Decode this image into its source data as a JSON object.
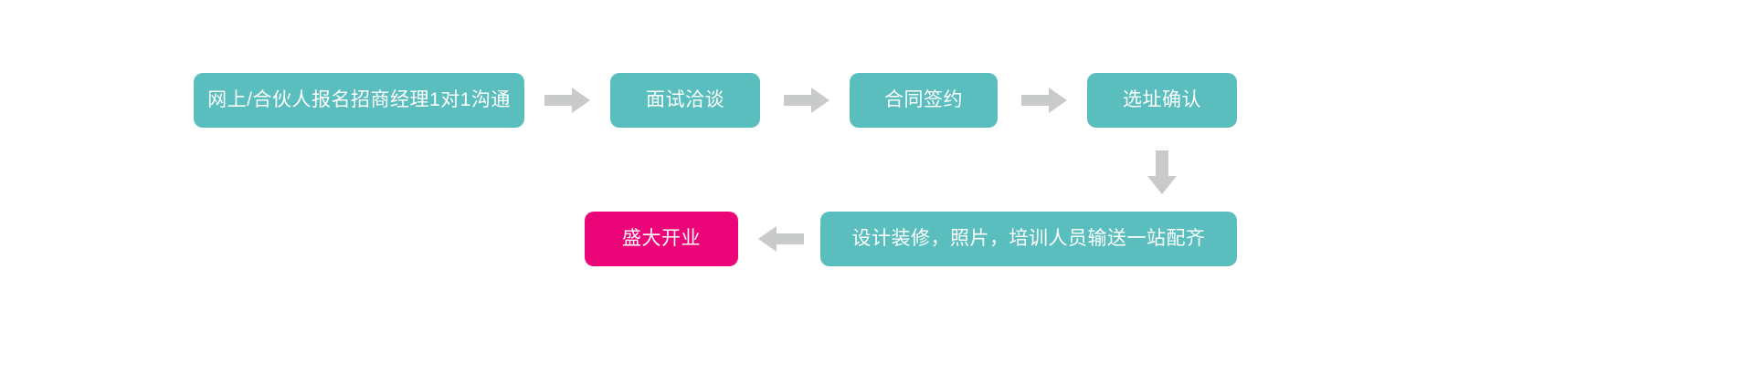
{
  "diagram": {
    "title": "",
    "colors": {
      "node_teal": "#5BBEBE",
      "node_pink": "#EC0579",
      "arrow_gray": "#C9CACA",
      "node_text": "#FFFFFF",
      "background": "#FFFFFF"
    },
    "nodes": [
      {
        "id": "step1",
        "label": "网上/合伙人报名招商经理1对1沟通",
        "color": "teal"
      },
      {
        "id": "step2",
        "label": "面试洽谈",
        "color": "teal"
      },
      {
        "id": "step3",
        "label": "合同签约",
        "color": "teal"
      },
      {
        "id": "step4",
        "label": "选址确认",
        "color": "teal"
      },
      {
        "id": "step5",
        "label": "设计装修，照片，培训人员输送一站配齐",
        "color": "teal"
      },
      {
        "id": "step6",
        "label": "盛大开业",
        "color": "pink"
      }
    ],
    "connectors": [
      {
        "id": "arrow1",
        "from": "step1",
        "to": "step2",
        "direction": "right"
      },
      {
        "id": "arrow2",
        "from": "step2",
        "to": "step3",
        "direction": "right"
      },
      {
        "id": "arrow3",
        "from": "step3",
        "to": "step4",
        "direction": "right"
      },
      {
        "id": "arrow4",
        "from": "step4",
        "to": "step5",
        "direction": "down"
      },
      {
        "id": "arrow5",
        "from": "step5",
        "to": "step6",
        "direction": "left"
      }
    ]
  }
}
